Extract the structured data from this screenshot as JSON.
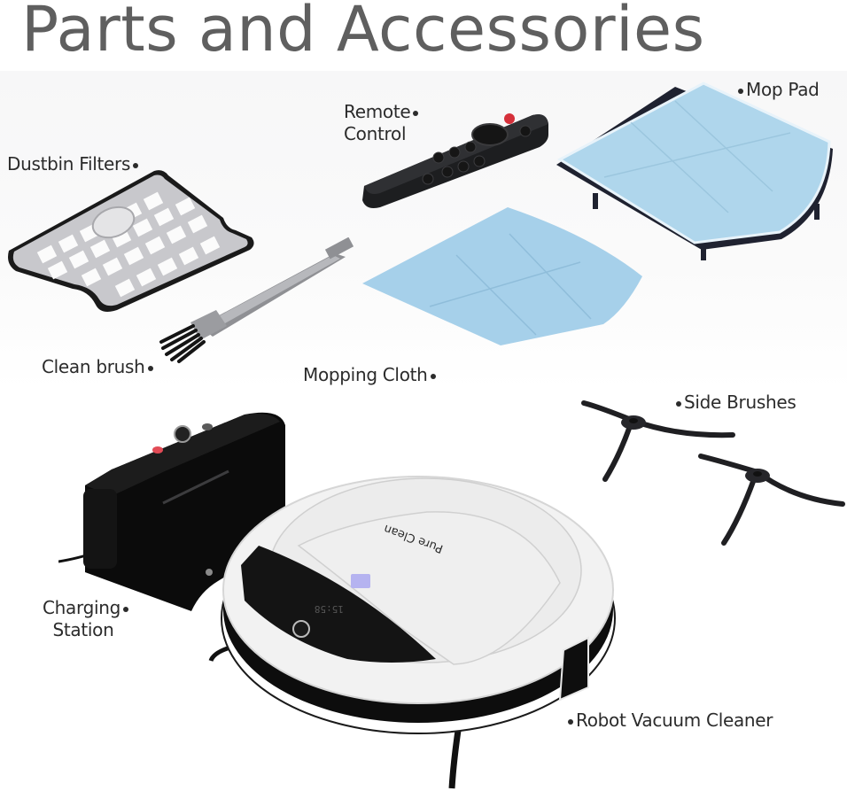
{
  "header": {
    "title": "Parts and Accessories"
  },
  "parts": [
    {
      "id": "dustbin-filters",
      "label": "Dustbin Filters",
      "dot_side": "right"
    },
    {
      "id": "remote-control",
      "label_line1": "Remote",
      "label_line2": "Control",
      "dot_side": "right"
    },
    {
      "id": "mop-pad",
      "label": "Mop Pad",
      "dot_side": "left"
    },
    {
      "id": "clean-brush",
      "label": "Clean brush",
      "dot_side": "right"
    },
    {
      "id": "mopping-cloth",
      "label": "Mopping Cloth",
      "dot_side": "right"
    },
    {
      "id": "side-brushes",
      "label": "Side Brushes",
      "dot_side": "left"
    },
    {
      "id": "charging-station",
      "label_line1": "Charging",
      "label_line2": "Station",
      "dot_side": "right"
    },
    {
      "id": "robot-vacuum-cleaner",
      "label": "Robot Vacuum Cleaner",
      "dot_side": "left"
    }
  ],
  "product": {
    "brand_text": "Pure Clean",
    "display_digits": "15:58"
  },
  "colors": {
    "title": "#5f5f5f",
    "label": "#2b2b2b",
    "mop_blue": "#a9d3ea",
    "filter_gray": "#b9b9bd",
    "device_black": "#111111",
    "robot_white": "#f0f0f0",
    "display_purple": "#b5b3f0"
  }
}
